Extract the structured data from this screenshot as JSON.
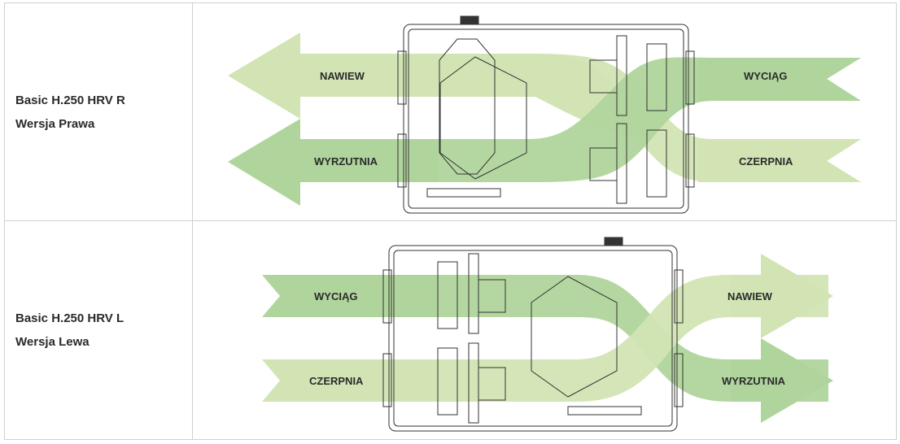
{
  "colors": {
    "flow_light": "#d2e4b4",
    "flow_dark": "#b0d59c",
    "border": "#d0d0d0",
    "text": "#2a2a2a"
  },
  "rows": [
    {
      "model": "Basic H.250 HRV R",
      "version": "Wersja Prawa",
      "flows": {
        "top_left": "NAWIEW",
        "bottom_left": "WYRZUTNIA",
        "top_right": "WYCIĄG",
        "bottom_right": "CZERPNIA"
      }
    },
    {
      "model": "Basic H.250 HRV L",
      "version": "Wersja Lewa",
      "flows": {
        "top_left": "WYCIĄG",
        "bottom_left": "CZERPNIA",
        "top_right": "NAWIEW",
        "bottom_right": "WYRZUTNIA"
      }
    }
  ]
}
